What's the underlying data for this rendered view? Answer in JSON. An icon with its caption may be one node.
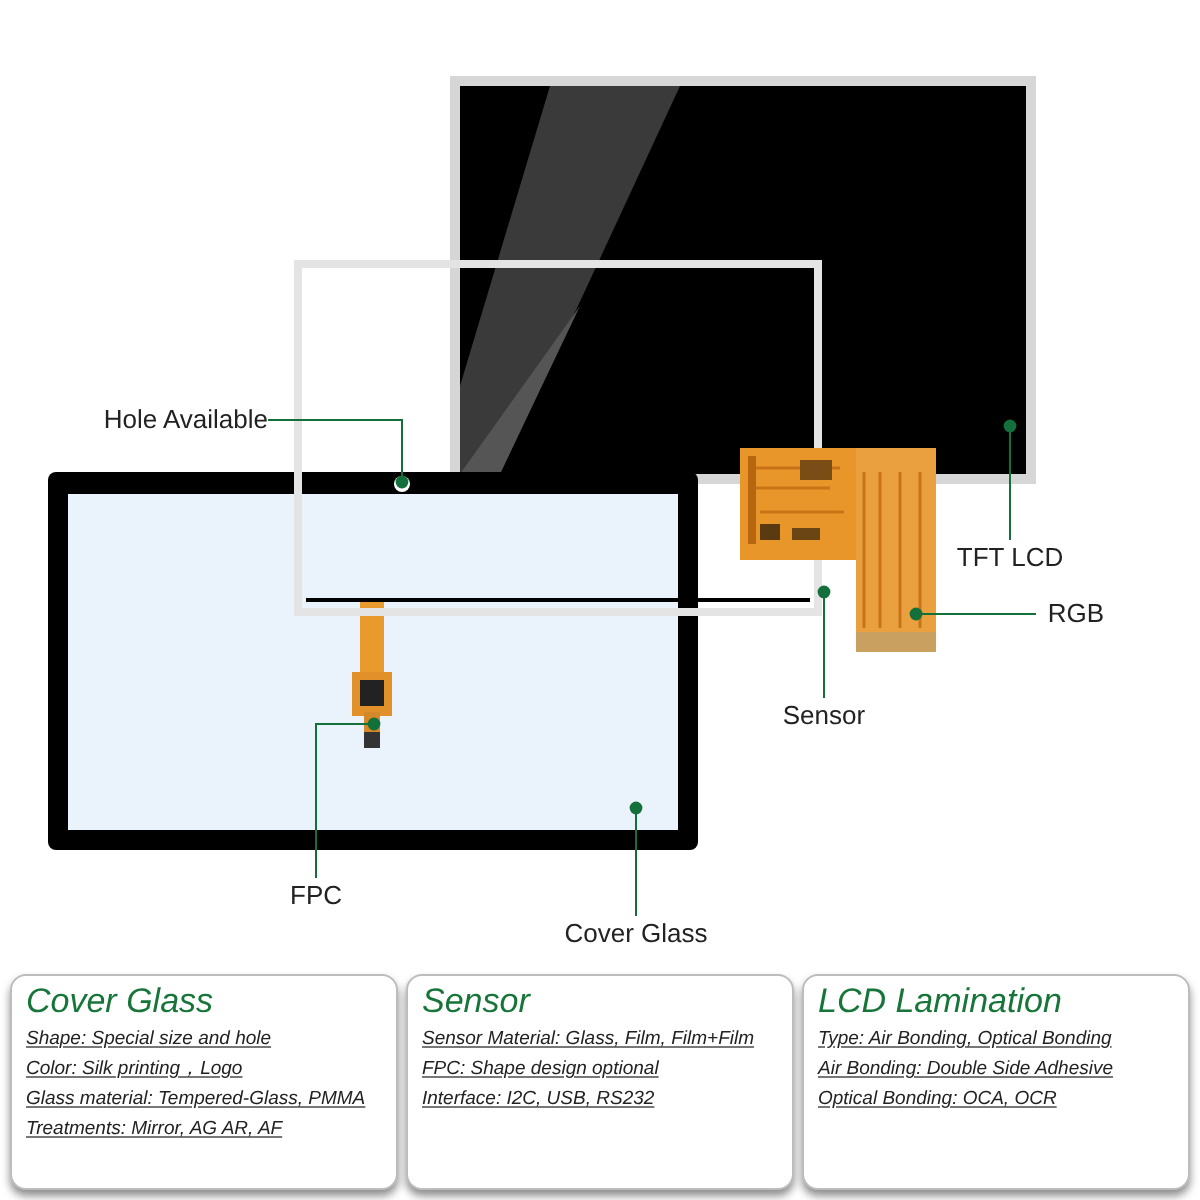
{
  "diagram": {
    "nodes": [
      {
        "text": [],
        "shape": "picture"
      },
      {
        "text": [],
        "shape": "picture"
      },
      {
        "text": [],
        "shape": "picture"
      },
      {
        "text": [],
        "shape": "circle"
      },
      {
        "text": [],
        "shape": "picture",
        "in": 2
      },
      {
        "text": [],
        "shape": "picture"
      },
      {
        "text": [
          "Hole Available"
        ]
      },
      {
        "text": [
          "TFT LCD"
        ]
      },
      {
        "text": [
          "RGB"
        ]
      },
      {
        "text": [
          "Sensor"
        ]
      },
      {
        "text": [
          "FPC"
        ]
      },
      {
        "text": [
          "Cover Glass"
        ]
      },
      {
        "text": [
          "Cover Glass",
          "Shape: Special size and hole",
          "Color: Silk printing，Logo",
          "Glass material: Tempered-Glass, PMMA",
          "Treatments: Mirror, AG AR, AF"
        ]
      },
      {
        "text": [
          "Sensor",
          "Sensor Material: Glass, Film, Film+Film",
          "FPC: Shape design optional",
          "Interface: I2C, USB, RS232"
        ]
      },
      {
        "text": [
          "LCD Lamination",
          "Type: Air Bonding, Optical Bonding",
          "Air Bonding: Double Side Adhesive",
          "Optical Bonding: OCA, OCR"
        ]
      }
    ],
    "edges": [
      {
        "from": 6,
        "to": 3,
        "arrow": "other"
      },
      {
        "from": 7,
        "to": 0,
        "arrow": "other"
      },
      {
        "from": 8,
        "to": 5,
        "arrow": "other"
      },
      {
        "from": 9,
        "to": 1,
        "arrow": "other"
      },
      {
        "from": 10,
        "to": 4,
        "arrow": "other"
      },
      {
        "from": 11,
        "to": 2,
        "arrow": "other"
      }
    ]
  }
}
